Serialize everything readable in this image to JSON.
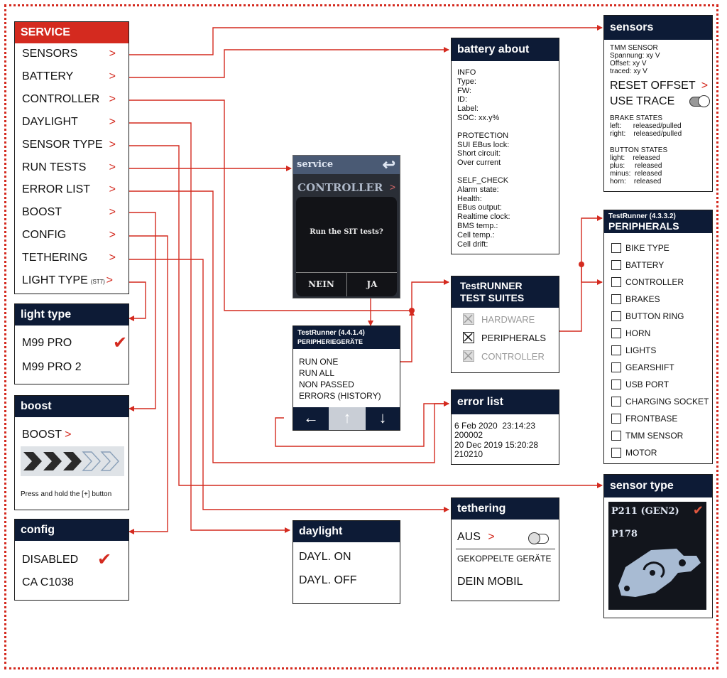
{
  "service_menu": {
    "title": "SERVICE",
    "items": [
      "SENSORS",
      "BATTERY",
      "CONTROLLER",
      "DAYLIGHT",
      "SENSOR TYPE",
      "RUN TESTS",
      "ERROR LIST",
      "BOOST",
      "CONFIG",
      "TETHERING",
      "LIGHT TYPE"
    ],
    "light_type_suffix": "(ST7)",
    "chevron": ">"
  },
  "light_type": {
    "title": "light type",
    "options": [
      "M99 PRO",
      "M99 PRO 2"
    ],
    "check": "✔"
  },
  "boost": {
    "title": "boost",
    "label": "BOOST",
    "chevron": ">",
    "hint": "Press and hold the [+] button"
  },
  "config": {
    "title": "config",
    "options": [
      "DISABLED",
      "CA C1038"
    ],
    "check": "✔"
  },
  "device_screen": {
    "title": "service",
    "item": "CONTROLLER",
    "dialog_text": "Run the SIT tests?",
    "no_label": "NEIN",
    "yes_label": "JA"
  },
  "testrunner_peripherie": {
    "title_line1": "TestRunner (4.4.1.4)",
    "title_line2": "PERIPHERIEGERÄTE",
    "items": [
      "RUN ONE",
      "RUN ALL",
      "NON PASSED",
      "ERRORS (HISTORY)"
    ],
    "left_arrow": "←",
    "up_arrow": "↑",
    "down_arrow": "↓"
  },
  "battery_about": {
    "title": "battery about",
    "info": [
      "INFO",
      "Type:",
      "FW:",
      "ID:",
      "Label:",
      "SOC: xx.y%"
    ],
    "protection": [
      "PROTECTION",
      "SUI EBus lock:",
      "Short circuit:",
      "Over current"
    ],
    "self_check": [
      "SELF_CHECK",
      "Alarm state:",
      "Health:",
      "EBus output:",
      "Realtime clock:",
      "BMS temp.:",
      "Cell temp.:",
      "Cell drift:"
    ]
  },
  "test_suites": {
    "title_line1": "TestRUNNER",
    "title_line2": "TEST SUITES",
    "items": [
      "HARDWARE",
      "PERIPHERALS",
      "CONTROLLER"
    ]
  },
  "error_list": {
    "title": "error list",
    "entries": [
      "6 Feb 2020  23:14:23",
      "200002",
      "20 Dec 2019 15:20:28",
      "210210"
    ]
  },
  "tethering": {
    "title": "tethering",
    "aus_label": "AUS",
    "chevron": ">",
    "section": "GEKOPPELTE GERÄTE",
    "device": "DEIN MOBIL"
  },
  "daylight": {
    "title": "daylight",
    "options": [
      "DAYL. ON",
      "DAYL. OFF"
    ]
  },
  "sensors": {
    "title": "sensors",
    "tmm": [
      "TMM SENSOR",
      "Spannung: xy V",
      "Offset: xy V",
      "traced: xy V"
    ],
    "reset_offset": "RESET OFFSET",
    "chevron": ">",
    "use_trace": "USE TRACE",
    "brake_states": [
      "BRAKE STATES",
      "left:      released/pulled",
      "right:    released/pulled"
    ],
    "button_states": [
      "BUTTON STATES",
      "light:    released",
      "plus:     released",
      "minus:  released",
      "horn:    released"
    ]
  },
  "peripherals": {
    "title_line1": "TestRunner (4.3.3.2)",
    "title_line2": "PERIPHERALS",
    "items": [
      "BIKE TYPE",
      "BATTERY",
      "CONTROLLER",
      "BRAKES",
      "BUTTON RING",
      "HORN",
      "LIGHTS",
      "GEARSHIFT",
      "USB PORT",
      "CHARGING SOCKET",
      "FRONTBASE",
      "TMM SENSOR",
      "MOTOR"
    ]
  },
  "sensor_type": {
    "title": "sensor type",
    "options": [
      "P211 (GEN2)",
      "P178"
    ],
    "check": "✔"
  },
  "colors": {
    "accent": "#d42a1f",
    "header": "#0d1b36"
  }
}
